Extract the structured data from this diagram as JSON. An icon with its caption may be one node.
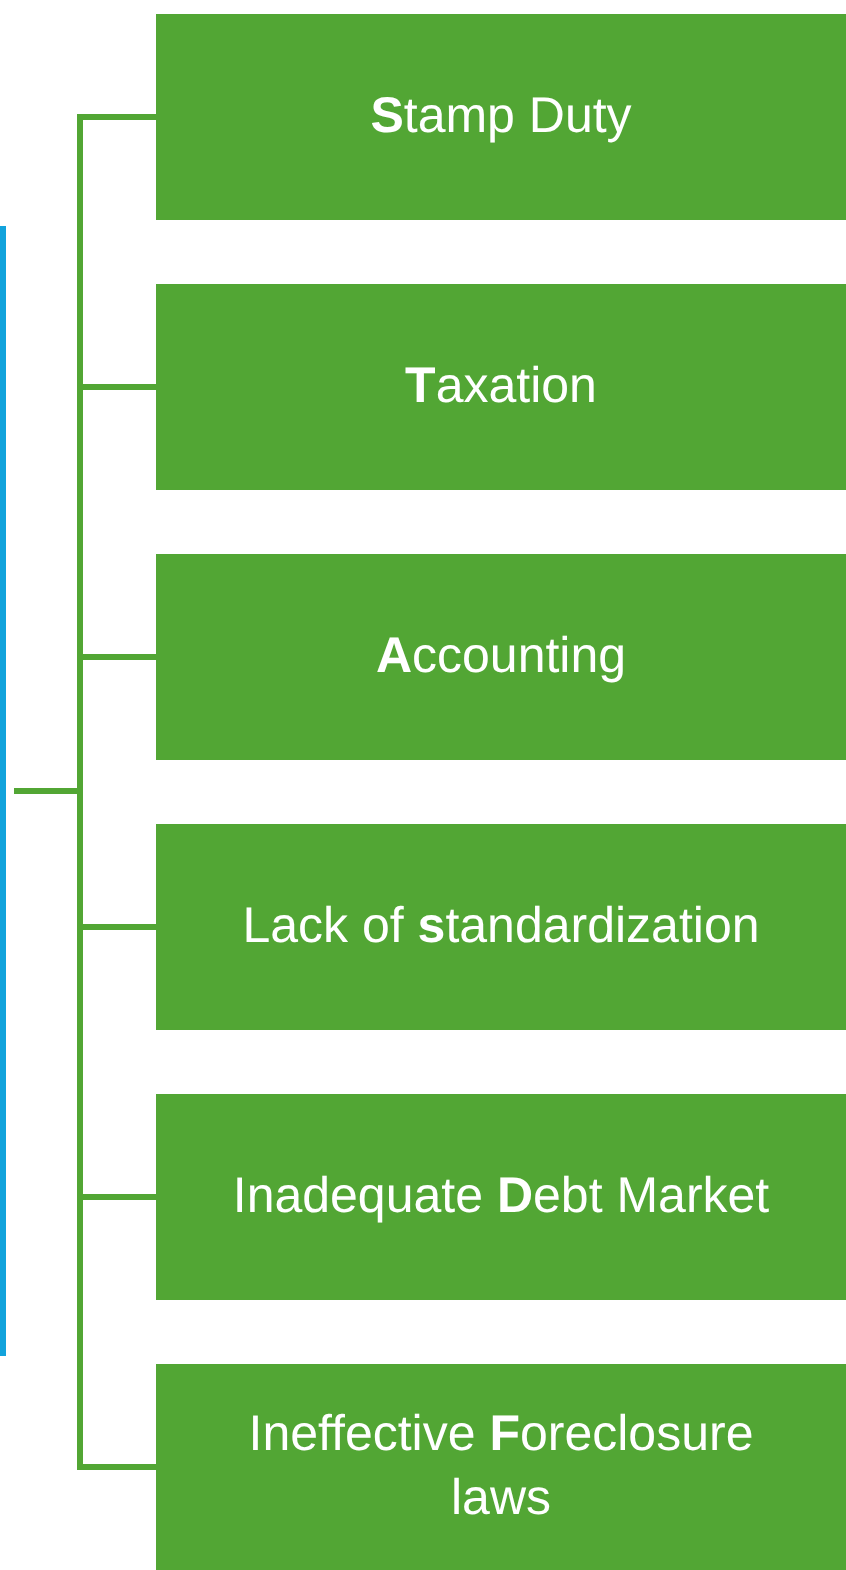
{
  "diagram": {
    "nodes": [
      {
        "text": [],
        "shape": "bar"
      },
      {
        "text": [
          "**S**tamp Duty"
        ]
      },
      {
        "text": [
          "**T**axation"
        ]
      },
      {
        "text": [
          "**A**ccounting"
        ]
      },
      {
        "text": [
          "Lack of **s**tandardization"
        ]
      },
      {
        "text": [
          "Inadequate **D**ebt Market"
        ]
      },
      {
        "text": [
          "Ineffective **F**oreclosure laws"
        ]
      }
    ],
    "edges": [
      {
        "from": 0,
        "to": 1,
        "arrow": "none"
      },
      {
        "from": 0,
        "to": 2,
        "arrow": "none"
      },
      {
        "from": 0,
        "to": 3,
        "arrow": "none"
      },
      {
        "from": 0,
        "to": 4,
        "arrow": "none"
      },
      {
        "from": 0,
        "to": 5,
        "arrow": "none"
      },
      {
        "from": 0,
        "to": 6,
        "arrow": "none"
      }
    ]
  }
}
